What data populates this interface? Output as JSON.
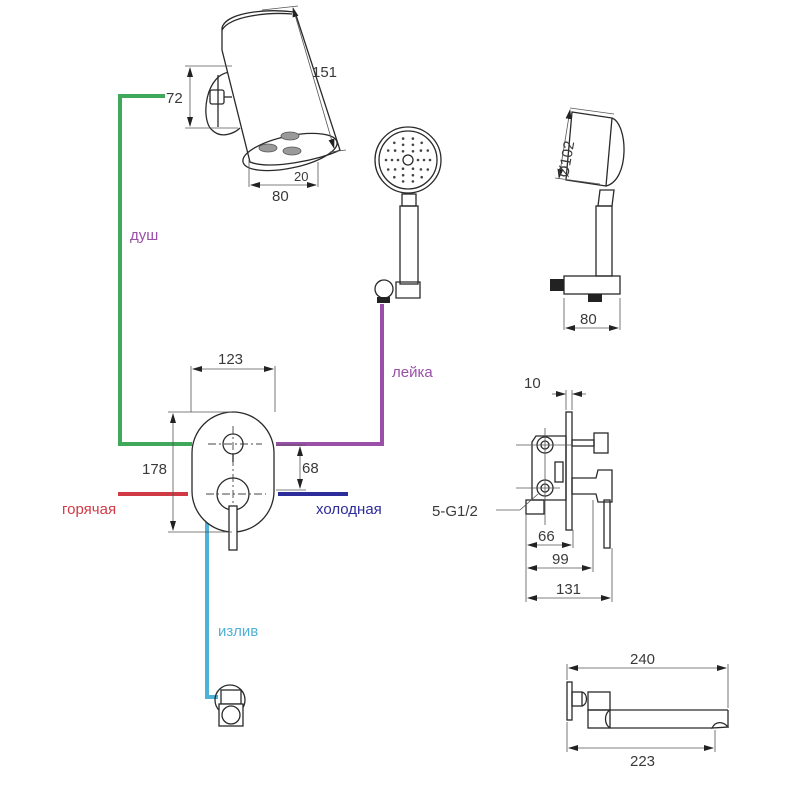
{
  "diagram": {
    "title": "Shower mixer set dimensional scheme",
    "colors": {
      "shower": "#3fa85a",
      "handshower": "#9a4fa8",
      "hot": "#cf3a45",
      "cold": "#2c2c9a",
      "spout": "#4fb0d8",
      "line": "#2a2a2a"
    },
    "labels": {
      "shower": "душ",
      "handshower": "лейка",
      "hot": "горячая",
      "cold": "холодная",
      "spout": "излив"
    },
    "dimensions": {
      "overhead_height": "72",
      "overhead_length": "151",
      "overhead_width": "80",
      "overhead_nozzle": "20",
      "handshower_diameter": "Ø102",
      "handshower_bracket": "80",
      "mixer_width": "123",
      "mixer_height": "178",
      "mixer_axis_distance": "68",
      "mixer_plate": "10",
      "mixer_thread": "5-G1/2",
      "mixer_depth_1": "66",
      "mixer_depth_2": "99",
      "mixer_depth_3": "131",
      "spout_total": "240",
      "spout_reach": "223"
    }
  }
}
